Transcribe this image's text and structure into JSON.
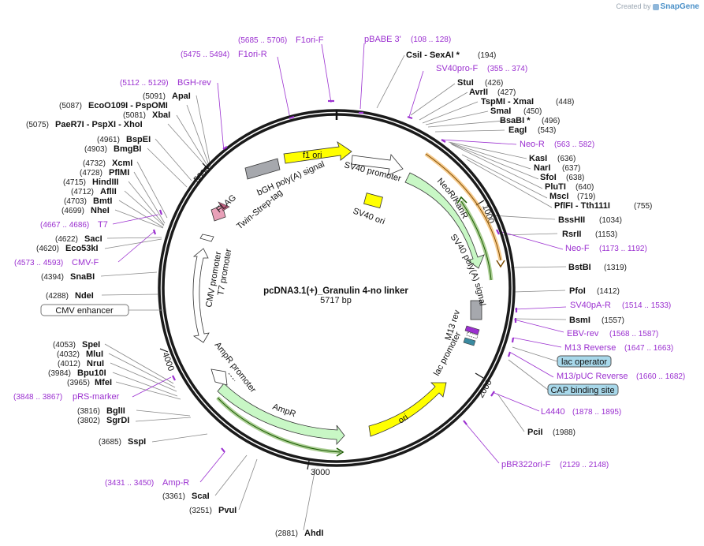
{
  "credit": {
    "created_by": "Created by",
    "brand": "SnapGene"
  },
  "plasmid": {
    "name": "pcDNA3.1(+)_Granulin 4-no linker",
    "length_label": "5717 bp"
  },
  "ticks": [
    "1000",
    "2000",
    "3000",
    "4000",
    "5000"
  ],
  "enzymes": [
    {
      "name": "CsiI  - SexAI *",
      "pos": "(194)"
    },
    {
      "name": "StuI",
      "pos": "(426)"
    },
    {
      "name": "AvrII",
      "pos": "(427)"
    },
    {
      "name": "TspMI  - XmaI",
      "pos": "(448)"
    },
    {
      "name": "SmaI",
      "pos": "(450)"
    },
    {
      "name": "BsaBI *",
      "pos": "(496)"
    },
    {
      "name": "EagI",
      "pos": "(543)"
    },
    {
      "name": "KasI",
      "pos": "(636)"
    },
    {
      "name": "NarI",
      "pos": "(637)"
    },
    {
      "name": "SfoI",
      "pos": "(638)"
    },
    {
      "name": "PluTI",
      "pos": "(640)"
    },
    {
      "name": "MscI",
      "pos": "(719)"
    },
    {
      "name": "PflFI  - Tth111I",
      "pos": "(755)"
    },
    {
      "name": "BssHII",
      "pos": "(1034)"
    },
    {
      "name": "RsrII",
      "pos": "(1153)"
    },
    {
      "name": "BstBI",
      "pos": "(1319)"
    },
    {
      "name": "PfoI",
      "pos": "(1412)"
    },
    {
      "name": "BsmI",
      "pos": "(1557)"
    },
    {
      "name": "PciI",
      "pos": "(1988)"
    },
    {
      "name": "AhdI",
      "pos": "(2881)"
    },
    {
      "name": "PvuI",
      "pos": "(3251)"
    },
    {
      "name": "ScaI",
      "pos": "(3361)"
    },
    {
      "name": "SspI",
      "pos": "(3685)"
    },
    {
      "name": "SgrDI",
      "pos": "(3802)"
    },
    {
      "name": "BglII",
      "pos": "(3816)"
    },
    {
      "name": "MfeI",
      "pos": "(3965)"
    },
    {
      "name": "Bpu10I",
      "pos": "(3984)"
    },
    {
      "name": "NruI",
      "pos": "(4012)"
    },
    {
      "name": "MluI",
      "pos": "(4032)"
    },
    {
      "name": "SpeI",
      "pos": "(4053)"
    },
    {
      "name": "NdeI",
      "pos": "(4288)"
    },
    {
      "name": "SnaBI",
      "pos": "(4394)"
    },
    {
      "name": "Eco53kI",
      "pos": "(4620)"
    },
    {
      "name": "SacI",
      "pos": "(4622)"
    },
    {
      "name": "NheI",
      "pos": "(4699)"
    },
    {
      "name": "BmtI",
      "pos": "(4703)"
    },
    {
      "name": "AflII",
      "pos": "(4712)"
    },
    {
      "name": "HindIII",
      "pos": "(4715)"
    },
    {
      "name": "PflMI",
      "pos": "(4728)"
    },
    {
      "name": "XcmI",
      "pos": "(4732)"
    },
    {
      "name": "BmgBI",
      "pos": "(4903)"
    },
    {
      "name": "BspEI",
      "pos": "(4961)"
    },
    {
      "name": "PaeR7I  - PspXI  - XhoI",
      "pos": "(5075)"
    },
    {
      "name": "XbaI",
      "pos": "(5081)"
    },
    {
      "name": "EcoO109I  - PspOMI",
      "pos": "(5087)"
    },
    {
      "name": "ApaI",
      "pos": "(5091)"
    }
  ],
  "primers": [
    {
      "name": "pBABE 3'",
      "pos": "(108 .. 128)"
    },
    {
      "name": "SV40pro-F",
      "pos": "(355 .. 374)"
    },
    {
      "name": "Neo-R",
      "pos": "(563 .. 582)"
    },
    {
      "name": "Neo-F",
      "pos": "(1173 .. 1192)"
    },
    {
      "name": "SV40pA-R",
      "pos": "(1514 .. 1533)"
    },
    {
      "name": "EBV-rev",
      "pos": "(1568 .. 1587)"
    },
    {
      "name": "M13 Reverse",
      "pos": "(1647 .. 1663)"
    },
    {
      "name": "M13/pUC Reverse",
      "pos": "(1660 .. 1682)"
    },
    {
      "name": "L4440",
      "pos": "(1878 .. 1895)"
    },
    {
      "name": "pBR322ori-F",
      "pos": "(2129 .. 2148)"
    },
    {
      "name": "Amp-R",
      "pos": "(3431 .. 3450)"
    },
    {
      "name": "pRS-marker",
      "pos": "(3848 .. 3867)"
    },
    {
      "name": "CMV-F",
      "pos": "(4573 .. 4593)"
    },
    {
      "name": "T7",
      "pos": "(4667 .. 4686)"
    },
    {
      "name": "BGH-rev",
      "pos": "(5112 .. 5129)"
    },
    {
      "name": "F1ori-R",
      "pos": "(5475 .. 5494)"
    },
    {
      "name": "F1ori-F",
      "pos": "(5685 .. 5706)"
    }
  ],
  "boxed_labels": {
    "cmv_enhancer": "CMV enhancer",
    "lac_operator": "lac operator",
    "cap_binding_site": "CAP binding site"
  },
  "features": {
    "f1_ori": "f1 ori",
    "sv40_promoter": "SV40 promoter",
    "sv40_ori": "SV40 ori",
    "neor_kanr": "NeoR/KanR",
    "sv40_polya": "SV40 poly(A) signal",
    "m13_rev": "M13 rev",
    "lac_promoter": "lac promoter",
    "ori": "ori",
    "ampr": "AmpR",
    "ampr_promoter": "AmpR promoter",
    "cmv_promoter": "CMV promoter",
    "t7_promoter": "T7 promoter",
    "flag": "FLAG",
    "twin_strep_tag": "Twin-Strep-tag",
    "bgh_polya": "bGH poly(A) signal"
  },
  "colors": {
    "primer": "#9b30d0",
    "ori": "#ffff00",
    "marker": "#c8f7c5",
    "promoter": "#ffffff",
    "terminator": "#a6a8ad",
    "box": "#a8d8ea",
    "orange": "#f0a030",
    "green": "#5aa02c",
    "tag": "#e8a0b8"
  }
}
